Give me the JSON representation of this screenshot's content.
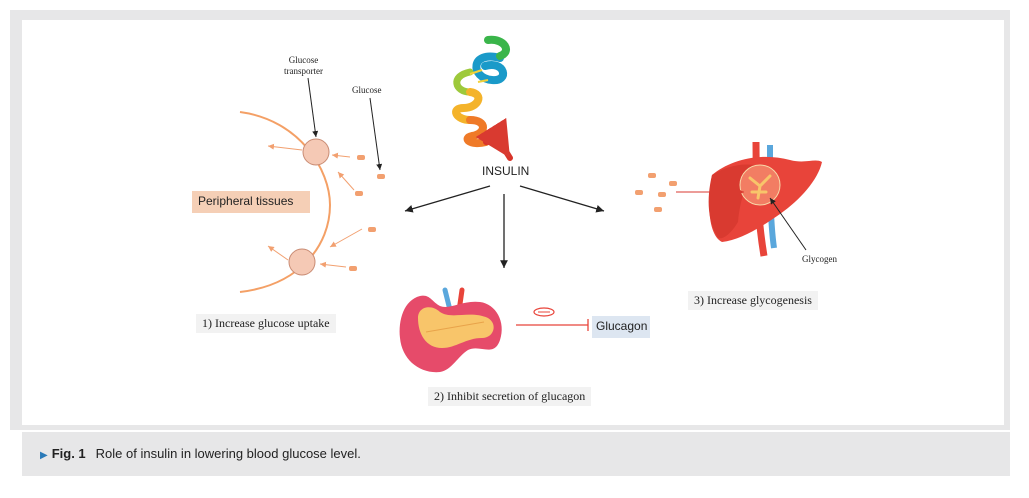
{
  "diagram": {
    "center_label": "INSULIN",
    "glucose_transporter_label": [
      "Glucose",
      "transporter"
    ],
    "glucose_label": "Glucose",
    "peripheral_tissues_label": "Peripheral tissues",
    "step1_label": "1) Increase glucose uptake",
    "step2_label": "2) Inhibit secretion of glucagon",
    "step3_label": "3) Increase glycogenesis",
    "glucagon_label": "Glucagon",
    "glycogen_label": "Glycogen"
  },
  "caption": {
    "label": "Fig. 1",
    "text": "Role of insulin in lowering blood glucose level."
  },
  "colors": {
    "glucose_orange": "#f2a070",
    "membrane": "#f4a066",
    "transporter_fill": "#f5c9b5",
    "liver_red": "#e8443a",
    "liver_dark": "#d93a30",
    "vessel_blue": "#5aa7dc",
    "pancreas_pink": "#e64b6a",
    "pancreas_yellow": "#f8c56a",
    "caption_arrow": "#2a7ab8"
  }
}
